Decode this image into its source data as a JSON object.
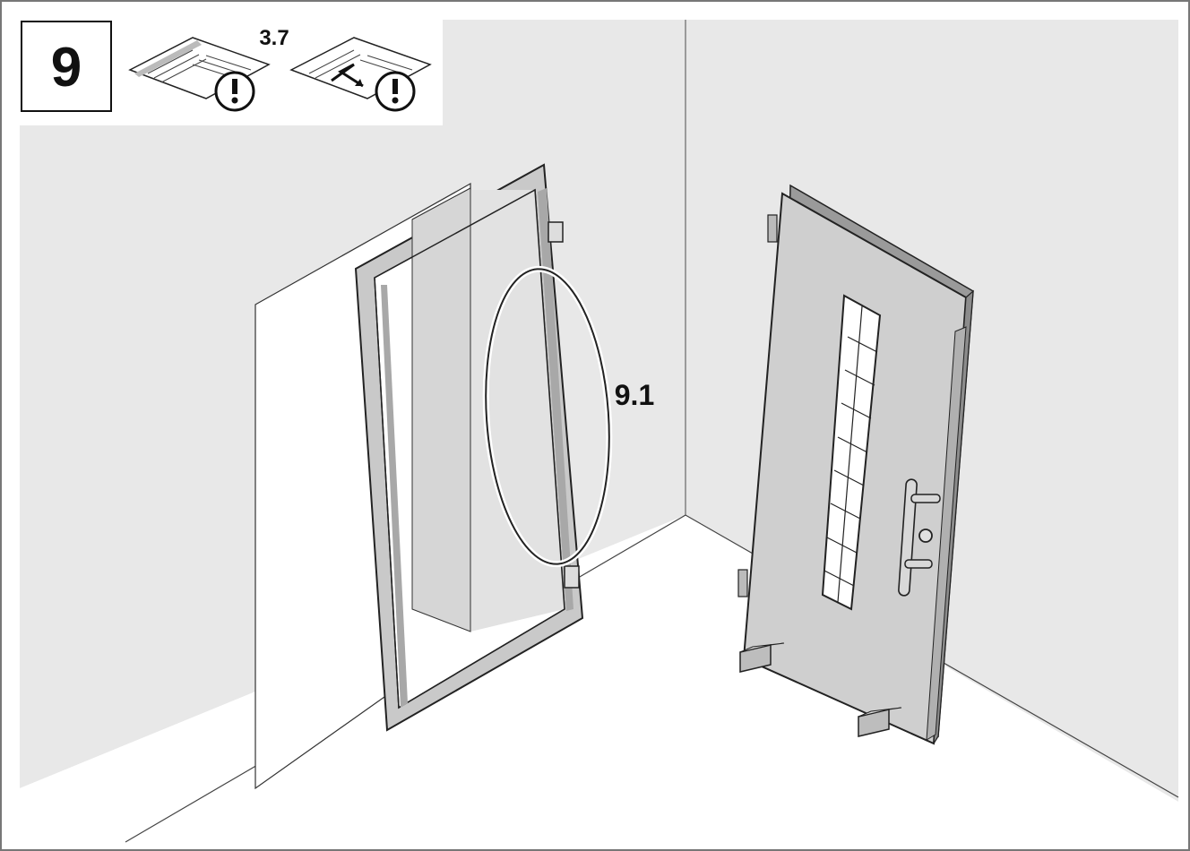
{
  "step": {
    "number": "9",
    "reference_label": "3.7",
    "icons": [
      "manual-warning-icon",
      "manual-crossref-warning-icon"
    ]
  },
  "callout": {
    "label": "9.1"
  },
  "colors": {
    "background_wall": "#e8e8e8",
    "floor": "#ffffff",
    "line": "#222222",
    "frame_fill": "#c9c9c9",
    "door_fill": "#cfcfcf",
    "panel_box": "#e6e6e6"
  }
}
